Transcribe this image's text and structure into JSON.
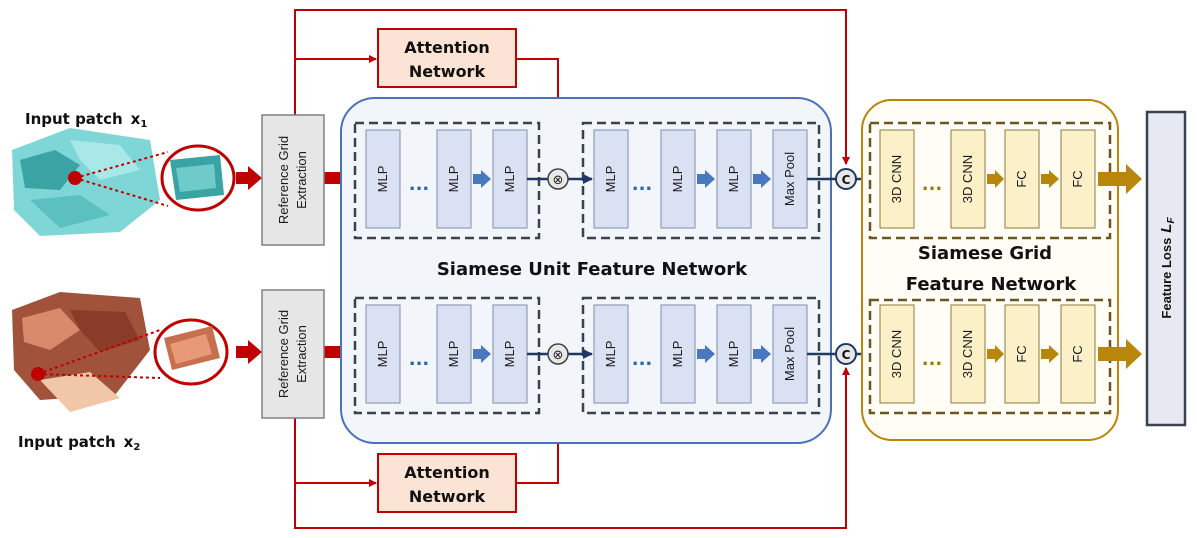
{
  "inputs": {
    "x1": {
      "label": "Input patch",
      "var": "x",
      "sub": "1"
    },
    "x2": {
      "label": "Input patch",
      "var": "x",
      "sub": "2"
    }
  },
  "ref_grid": {
    "line1": "Reference Grid",
    "line2": "Extraction"
  },
  "attention": {
    "line1": "Attention",
    "line2": "Network"
  },
  "unit_network": {
    "title": "Siamese Unit Feature Network"
  },
  "grid_network": {
    "title_line1": "Siamese Grid",
    "title_line2": "Feature Network"
  },
  "layers": {
    "mlp": "MLP",
    "max_pool": "Max Pool",
    "cnn3d": "3D CNN",
    "fc": "FC",
    "ellipsis": "...",
    "multiply": "⊗",
    "concat": "C"
  },
  "loss": {
    "label": "Feature Loss",
    "var": "L",
    "sub": "F"
  },
  "colors": {
    "red": "#c00000",
    "blue_arrow": "#4a78c0",
    "unit_border": "#4a72b8",
    "unit_fill": "#f2f6fb",
    "mlp_fill": "#d9e1f2",
    "gold": "#b8860b",
    "grid_fill": "#fffdf5",
    "cnn_fill": "#fcf0c8",
    "attn_fill": "#fbe4d5",
    "ref_fill": "#e6e6e6",
    "loss_fill": "#e6e9f2"
  }
}
